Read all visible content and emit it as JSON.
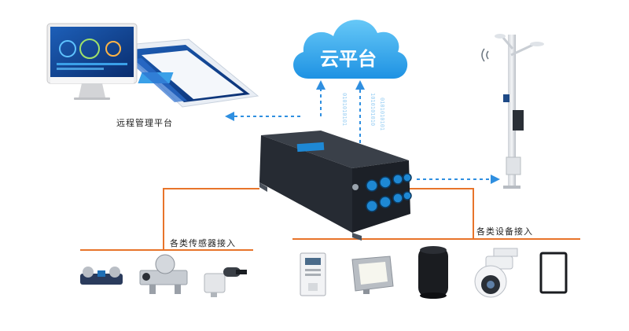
{
  "cloud": {
    "label": "云平台"
  },
  "labels": {
    "remote": "远程管理平台",
    "sensors": "各类传感器接入",
    "devices": "各类设备接入"
  },
  "binary_streams": [
    "0101010101",
    "1010101010",
    "0101010101"
  ],
  "colors": {
    "cloud_blue": "#2aa3ee",
    "arrow_blue": "#2f8fe0",
    "connector_orange": "#e8742a",
    "gateway_body": "#262b33",
    "port_blue": "#1e88d4"
  },
  "icons": {
    "remote_platform": "monitor-and-screens-icon",
    "gateway": "edge-gateway-box-icon",
    "smart_pole": "smart-street-pole-icon",
    "sensors": [
      "weighing-sensor-icon",
      "load-cell-icon",
      "temperature-sensor-icon"
    ],
    "devices": [
      "electric-meter-icon",
      "floodlight-icon",
      "speaker-icon",
      "dome-camera-icon",
      "display-screen-icon"
    ]
  }
}
